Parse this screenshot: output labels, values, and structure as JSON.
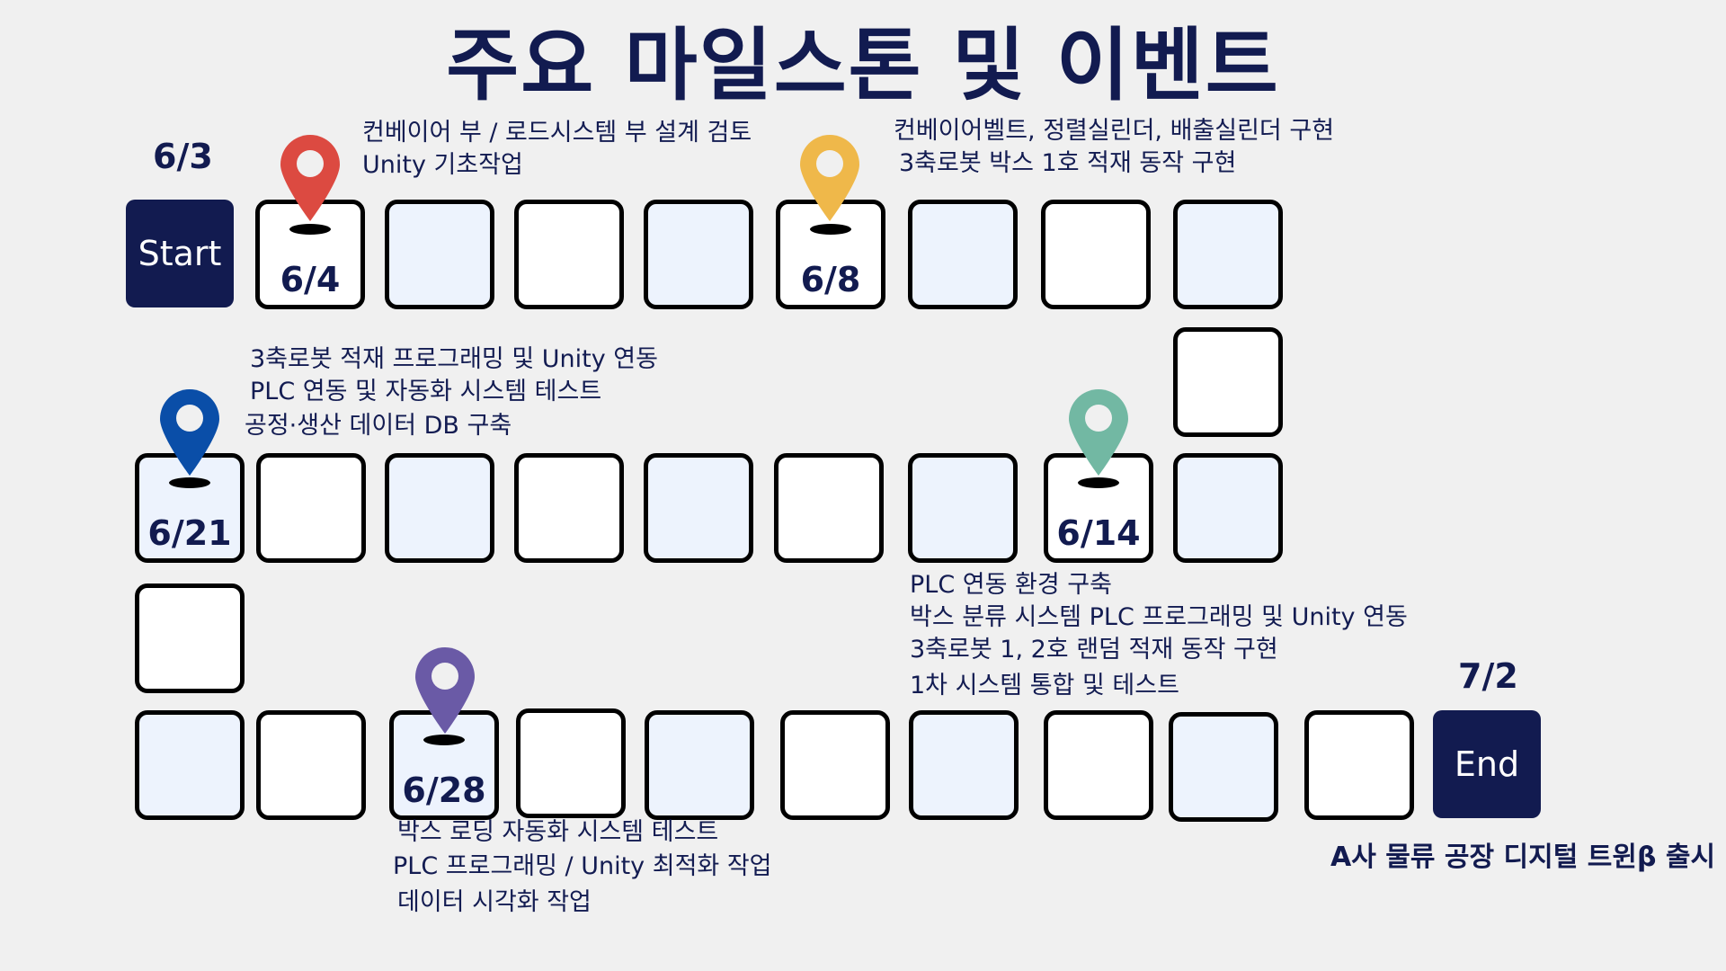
{
  "title": "주요 마일스톤 및 이벤트",
  "start": {
    "label": "Start",
    "date": "6/3"
  },
  "end": {
    "label": "End",
    "date": "7/2",
    "caption": "A사 물류 공장 디지털 트윈β 출시"
  },
  "colors": {
    "navy": "#121b50",
    "tile_white": "#ffffff",
    "tile_blue": "#edf3fd",
    "background": "#f0f0f0"
  },
  "milestones": [
    {
      "date": "6/4",
      "pin_color": "#dc4a41",
      "pin": "map-pin-red",
      "notes": [
        "컨베이어 부  / 로드시스템 부 설계 검토",
        "Unity 기초작업"
      ]
    },
    {
      "date": "6/8",
      "pin_color": "#efb84a",
      "pin": "map-pin-yellow",
      "notes": [
        "컨베이어벨트, 정렬실린더, 배출실린더 구현",
        "3축로봇 박스 1호 적재 동작 구현"
      ]
    },
    {
      "date": "6/14",
      "pin_color": "#72b8a3",
      "pin": "map-pin-teal",
      "notes": [
        "PLC 연동 환경 구축",
        "박스 분류 시스템 PLC 프로그래밍 및 Unity 연동",
        "3축로봇 1, 2호 랜덤 적재 동작 구현",
        "1차 시스템 통합 및 테스트"
      ]
    },
    {
      "date": "6/21",
      "pin_color": "#0a4ea8",
      "pin": "map-pin-blue",
      "notes": [
        "3축로봇 적재 프로그래밍 및 Unity 연동",
        "PLC 연동 및 자동화 시스템 테스트",
        "공정·생산 데이터 DB 구축"
      ]
    },
    {
      "date": "6/28",
      "pin_color": "#6a5aa6",
      "pin": "map-pin-purple",
      "notes": [
        "박스 로딩 자동화 시스템 테스트",
        "PLC 프로그래밍 / Unity 최적화 작업",
        "데이터 시각화 작업"
      ]
    }
  ]
}
